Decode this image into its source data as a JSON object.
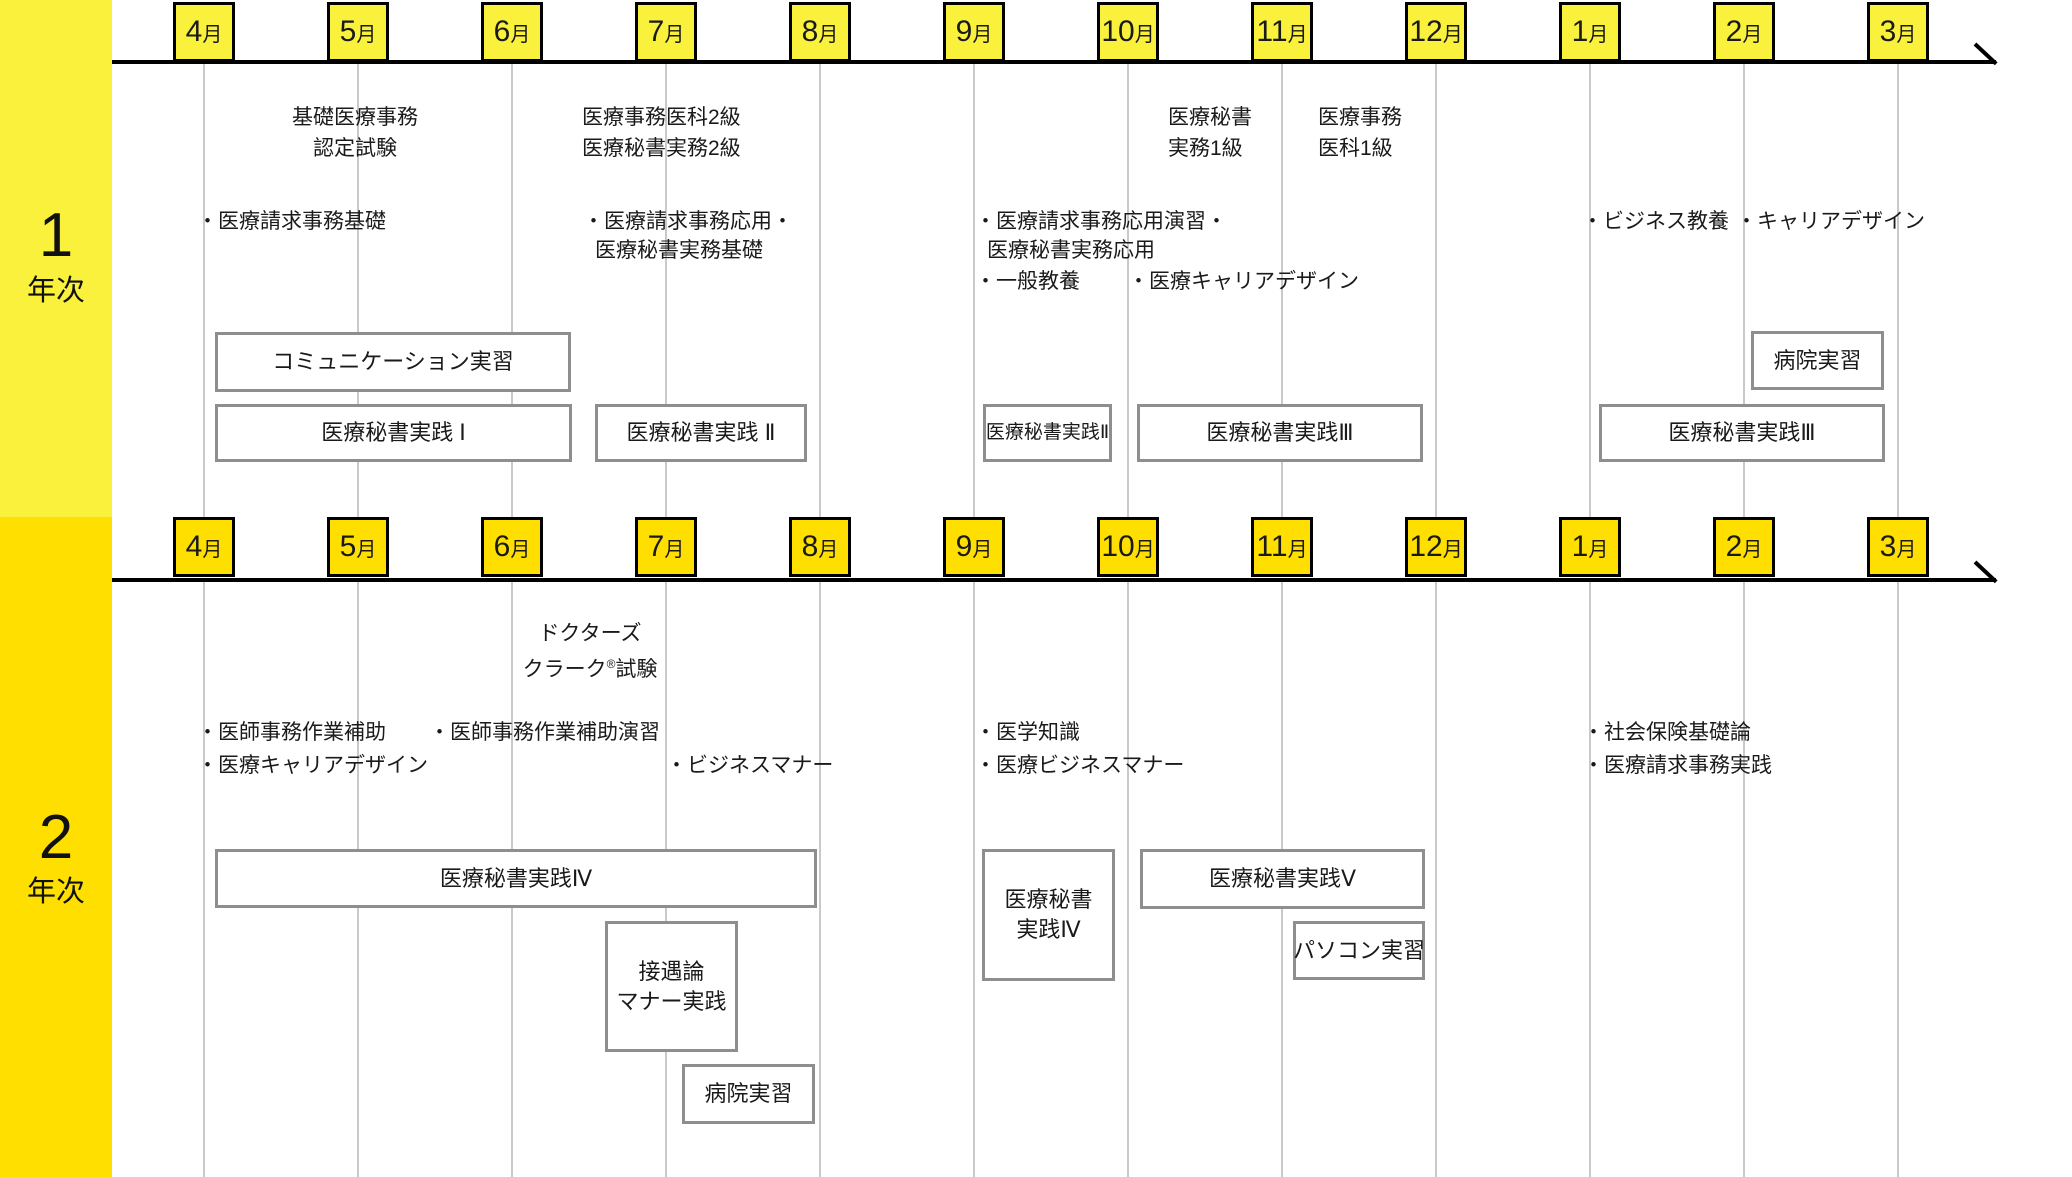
{
  "colors": {
    "year1_yellow": "#f9f13c",
    "year2_gold": "#ffdf00",
    "box_border_gray": "#8e8e8e",
    "gridline_gray": "#c9c9c9",
    "line_black": "#000000"
  },
  "timeline": {
    "months": [
      "4月",
      "5月",
      "6月",
      "7月",
      "8月",
      "9月",
      "10月",
      "11月",
      "12月",
      "1月",
      "2月",
      "3月"
    ]
  },
  "sidebar": {
    "year1": {
      "number": "1",
      "label": "年次"
    },
    "year2": {
      "number": "2",
      "label": "年次"
    }
  },
  "year1": {
    "exams": [
      {
        "lines": [
          "基礎医療事務",
          "認定試験"
        ]
      },
      {
        "lines": [
          "医療事務医科2級",
          "医療秘書実務2級"
        ]
      },
      {
        "lines": [
          "医療秘書",
          "実務1級"
        ]
      },
      {
        "lines": [
          "医療事務",
          "医科1級"
        ]
      }
    ],
    "courses": {
      "c1l1": "・医療請求事務基礎",
      "c2l1": "・医療請求事務応用・",
      "c2l2": "医療秘書実務基礎",
      "c3l1": "・医療請求事務応用演習・",
      "c3l2": "医療秘書実務応用",
      "c3l3a": "・一般教養",
      "c3l3b": "・医療キャリアデザイン",
      "c4l1": "・ビジネス教養",
      "c4l2": "・キャリアデザイン"
    },
    "boxes": {
      "communication": "コミュニケーション実習",
      "hisho1": "医療秘書実践 Ⅰ",
      "hisho2": "医療秘書実践 Ⅱ",
      "hisho2s": "医療秘書実践Ⅱ",
      "hisho3a": "医療秘書実践Ⅲ",
      "hospital": "病院実習",
      "hisho3b": "医療秘書実践Ⅲ"
    }
  },
  "year2": {
    "exam": {
      "line1": "ドクターズ",
      "line2_pre": "クラーク",
      "line2_sup": "®",
      "line2_post": "試験"
    },
    "courses": {
      "c1l1": "・医師事務作業補助",
      "c1l2": "・医療キャリアデザイン",
      "c2l1": "・医師事務作業補助演習",
      "c2l2": "・ビジネスマナー",
      "c3l1": "・医学知識",
      "c3l2": "・医療ビジネスマナー",
      "c4l1": "・社会保険基礎論",
      "c4l2": "・医療請求事務実践"
    },
    "boxes": {
      "hisho4": "医療秘書実践Ⅳ",
      "setsugu": {
        "lines": [
          "接遇論",
          "マナー実践"
        ]
      },
      "hospital": "病院実習",
      "hisho4s": {
        "lines": [
          "医療秘書",
          "実践Ⅳ"
        ]
      },
      "hisho5": "医療秘書実践Ⅴ",
      "pc": "パソコン実習"
    }
  }
}
